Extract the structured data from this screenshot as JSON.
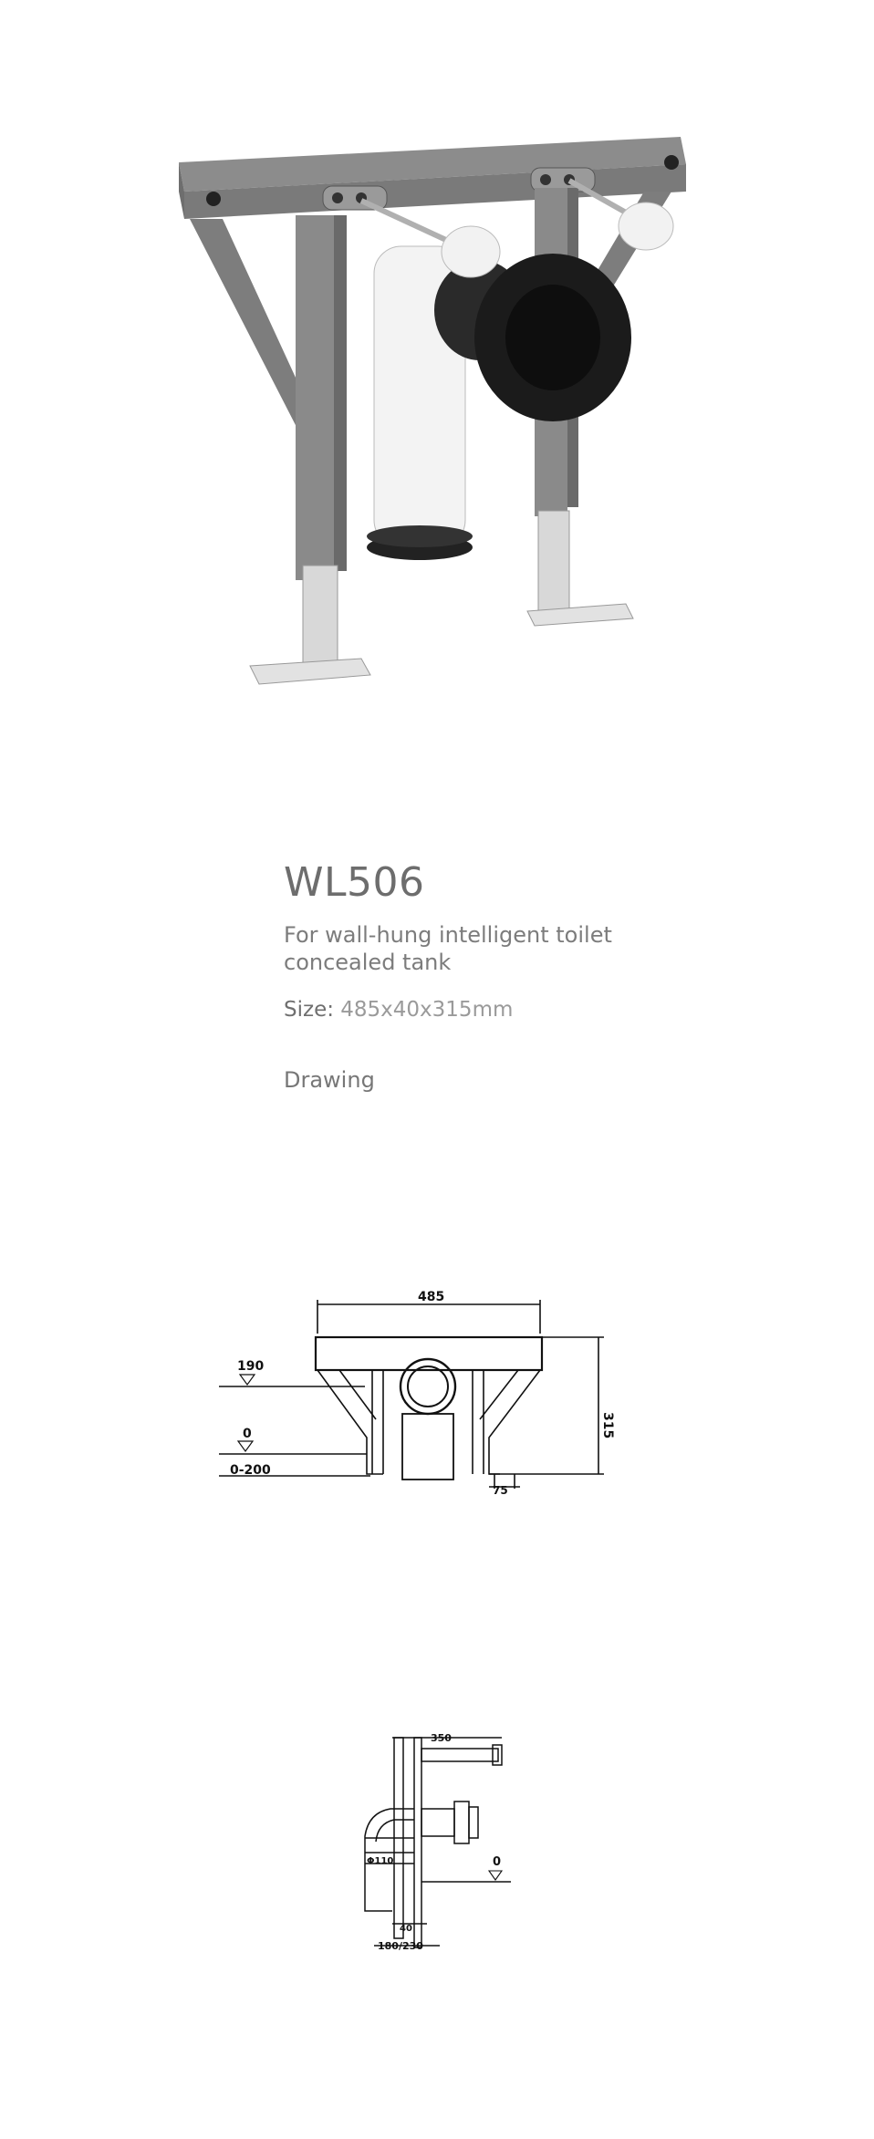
{
  "product": {
    "model": "WL506",
    "description": "For wall-hung intelligent toilet concealed tank",
    "size_label": "Size:",
    "size_value": "485x40x315mm",
    "drawing_label": "Drawing"
  },
  "front_drawing": {
    "width_dim": "485",
    "height_dim": "315",
    "level_190": "190",
    "level_0": "0",
    "range_label": "0-200",
    "foot_dim": "75"
  },
  "side_drawing": {
    "depth_dim": "350",
    "pipe_dim": "Φ110",
    "level_0": "0",
    "offset_dim": "40",
    "range_dim": "180/230"
  }
}
